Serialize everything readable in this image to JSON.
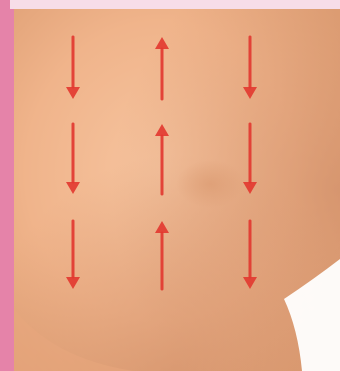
{
  "photo": {
    "subject": "breast-self-exam-vertical-strip-pattern",
    "frame_color": "#e583a9",
    "frame_top_color": "#f7dde8",
    "skin_color": "#f2b990",
    "skin_shadow_color": "#d99a6f",
    "arrow_color": "#e2372f",
    "arrow_columns": [
      {
        "direction": "down",
        "arrow_count": 3
      },
      {
        "direction": "up",
        "arrow_count": 3
      },
      {
        "direction": "down",
        "arrow_count": 3
      }
    ]
  }
}
